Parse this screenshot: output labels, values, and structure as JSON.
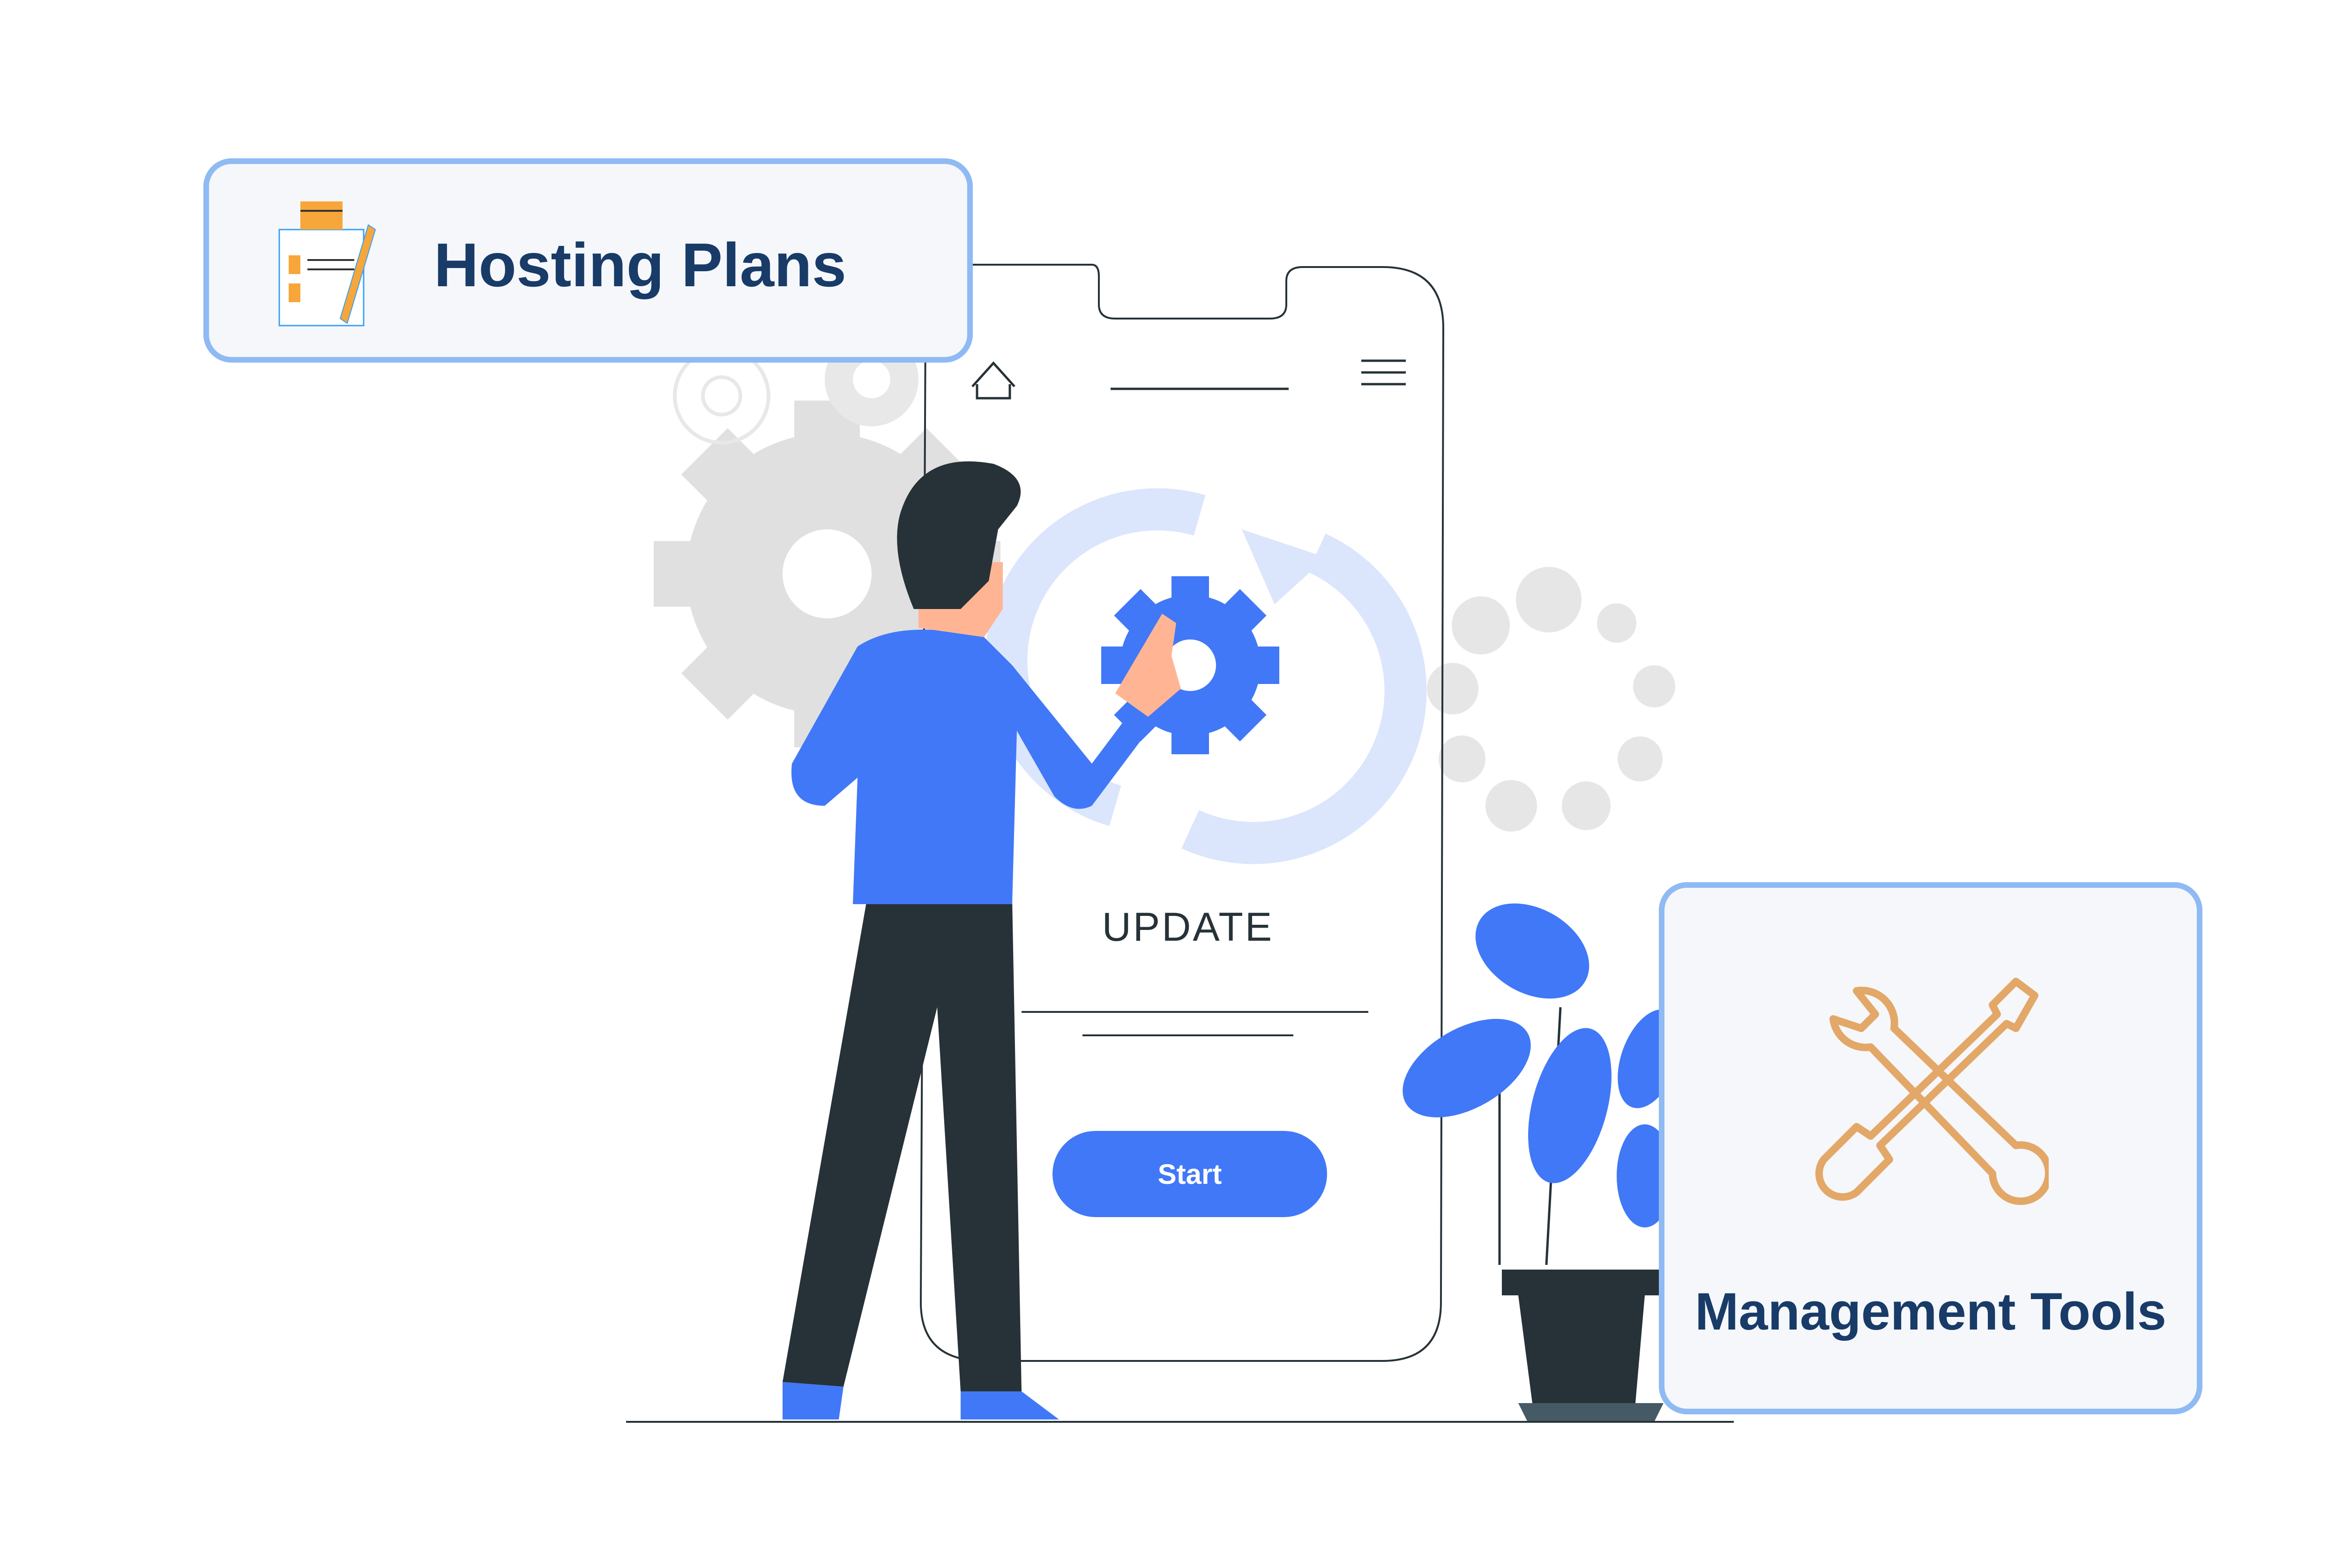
{
  "cards": {
    "hosting": {
      "title": "Hosting Plans",
      "icon": "clipboard-checklist-icon"
    },
    "management": {
      "title": "Management Tools",
      "icon": "wrench-screwdriver-icon"
    }
  },
  "phone": {
    "status_label": "UPDATE",
    "start_button": "Start",
    "icons": [
      "home-icon",
      "menu-icon",
      "gear-refresh-icon"
    ]
  },
  "colors": {
    "accent": "#4178f7",
    "card_border": "#8fbaf3",
    "card_bg": "#f5f7fa",
    "title": "#183b68",
    "tool_icon": "#e3a767",
    "dark": "#263238"
  }
}
